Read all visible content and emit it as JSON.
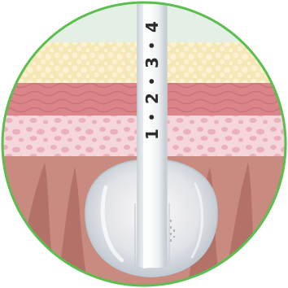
{
  "illustration": {
    "colors": {
      "border": "#5bbf4f",
      "background": "#ffffff",
      "surface_band": "#e4efe6",
      "fat_layer": "#f6e7b6",
      "fat_globules": "#fbf3d3",
      "muscle_layer": "#d9858a",
      "muscle_fiber": "#c96d74",
      "dermis_layer": "#f4d6dc",
      "dermis_spots": "#e8a9b6",
      "tissue_base": "#c98a80",
      "tissue_folds": "#b37168",
      "tube": "#f1f3f5",
      "tube_shadow": "#c9d1d6",
      "balloon": "#dde8ef",
      "balloon_edge": "#bccbd5",
      "marks": "#2b2b2b"
    },
    "icons": {
      "tube": "feeding-tube-icon",
      "balloon": "retention-balloon-icon"
    },
    "depth_marks": [
      {
        "number": "1",
        "dot": "•"
      },
      {
        "number": "2",
        "dot": "•"
      },
      {
        "number": "3",
        "dot": "•"
      },
      {
        "number": "4",
        "dot": ""
      }
    ]
  }
}
